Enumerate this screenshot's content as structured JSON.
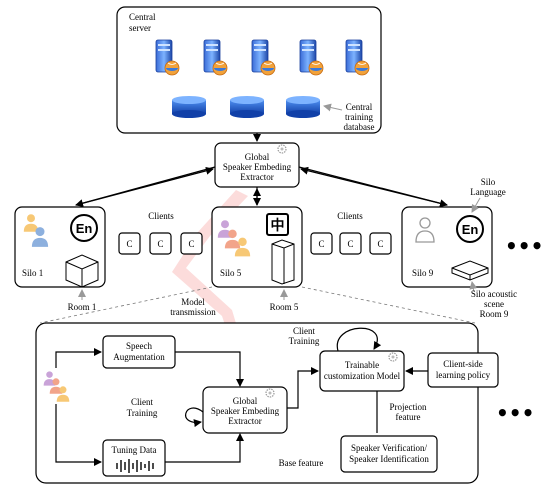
{
  "central": {
    "label_line1": "Central",
    "label_line2": "server",
    "db_label_line1": "Central",
    "db_label_line2": "training",
    "db_label_line3": "database"
  },
  "global_extractor_top": {
    "line1": "Global",
    "line2": "Speaker Embeding",
    "line3": "Extractor"
  },
  "clients_left": "Clients",
  "clients_right": "Clients",
  "client_letter": "C",
  "silo1": {
    "name": "Silo 1",
    "lang_badge": "En",
    "room": "Room 1"
  },
  "silo5": {
    "name": "Silo 5",
    "lang_badge": "中",
    "room": "Room 5"
  },
  "silo9": {
    "name": "Silo 9",
    "lang_badge": "En",
    "room": "Room 9"
  },
  "silo_language": {
    "line1": "Silo",
    "line2": "Language"
  },
  "silo_acoustic": {
    "line1": "Silo acoustic",
    "line2": "scene"
  },
  "more": "•••",
  "model_transmission": {
    "line1": "Model",
    "line2": "transmission"
  },
  "detail": {
    "speech_aug": {
      "line1": "Speech",
      "line2": "Augmentation"
    },
    "tuning_data": "Tuning Data",
    "client_training_left": {
      "line1": "Client",
      "line2": "Training"
    },
    "global_extractor": {
      "line1": "Global",
      "line2": "Speaker Embeding",
      "line3": "Extractor"
    },
    "client_training_top": {
      "line1": "Client",
      "line2": "Training"
    },
    "trainable": {
      "line1": "Trainable",
      "line2": "customization Model"
    },
    "policy": {
      "line1": "Client-side",
      "line2": "learning policy"
    },
    "projection": {
      "line1": "Projection",
      "line2": "feature"
    },
    "base_feature": "Base feature",
    "verification": {
      "line1": "Speaker Verification/",
      "line2": "Speaker Identification"
    }
  }
}
